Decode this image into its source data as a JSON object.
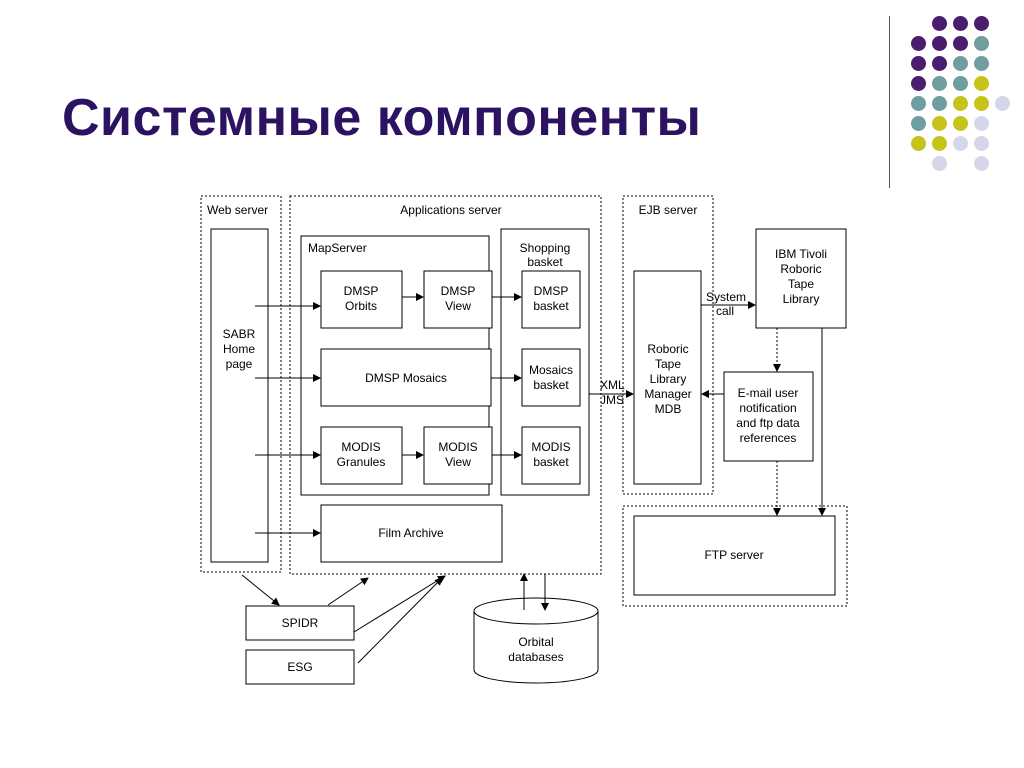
{
  "slide": {
    "title": "Системные компоненты",
    "accent_colors": {
      "title": "#2b1361",
      "purple": "#4b1d6e",
      "teal": "#6f9ea0",
      "olive": "#c6c41a",
      "lavender": "#d6d6ea"
    }
  },
  "diagram": {
    "containers": {
      "web_server": "Web server",
      "applications_server": "Applications server",
      "map_server": "MapServer",
      "shopping_basket": [
        "Shopping",
        "basket"
      ],
      "ejb_server": "EJB server"
    },
    "boxes": {
      "sabr_home": [
        "SABR",
        "Home",
        "page"
      ],
      "dmsp_orbits": [
        "DMSP",
        "Orbits"
      ],
      "dmsp_view": [
        "DMSP",
        "View"
      ],
      "dmsp_basket": [
        "DMSP",
        "basket"
      ],
      "dmsp_mosaics": [
        "DMSP Mosaics"
      ],
      "mosaics_basket": [
        "Mosaics",
        "basket"
      ],
      "modis_granules": [
        "MODIS",
        "Granules"
      ],
      "modis_view": [
        "MODIS",
        "View"
      ],
      "modis_basket": [
        "MODIS",
        "basket"
      ],
      "film_archive": [
        "Film Archive"
      ],
      "roboric_manager": [
        "Roboric",
        "Tape",
        "Library",
        "Manager",
        "MDB"
      ],
      "ibm_tivoli": [
        "IBM Tivoli",
        "Roboric",
        "Tape",
        "Library"
      ],
      "email_notification": [
        "E-mail user",
        "notification",
        "and ftp data",
        "references"
      ],
      "ftp_server": [
        "FTP server"
      ],
      "spidr": [
        "SPIDR"
      ],
      "esg": [
        "ESG"
      ],
      "orbital_databases": [
        "Orbital",
        "databases"
      ]
    },
    "edge_labels": {
      "xml_jms": [
        "XML",
        "JMS"
      ],
      "system_call": [
        "System",
        "call"
      ]
    }
  }
}
